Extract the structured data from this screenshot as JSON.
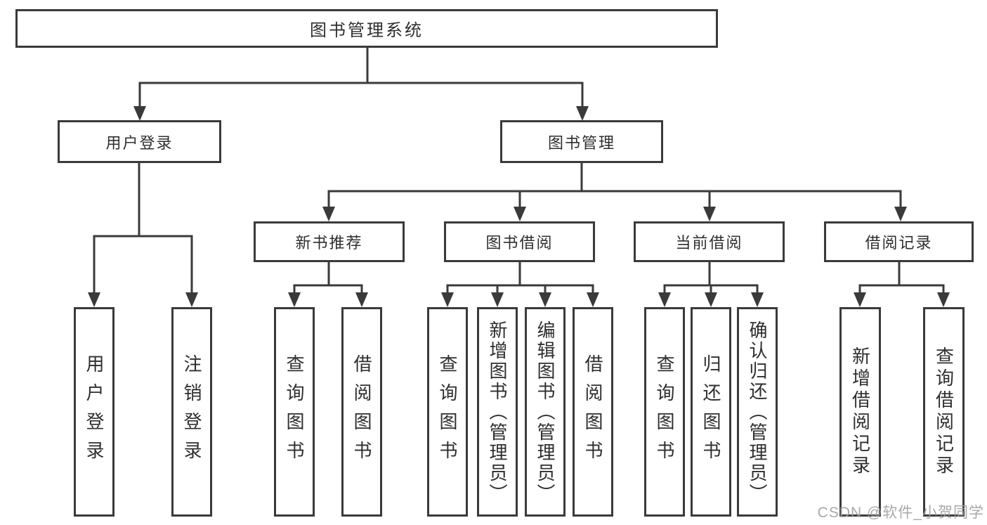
{
  "tree": {
    "label": "图书管理系统",
    "children": [
      {
        "label": "用户登录",
        "children": [
          {
            "label": "用户登录"
          },
          {
            "label": "注销登录"
          }
        ]
      },
      {
        "label": "图书管理",
        "children": [
          {
            "label": "新书推荐",
            "children": [
              {
                "label": "查询图书"
              },
              {
                "label": "借阅图书"
              }
            ]
          },
          {
            "label": "图书借阅",
            "children": [
              {
                "label": "查询图书"
              },
              {
                "label": "新增图书（管理员）"
              },
              {
                "label": "编辑图书（管理员）"
              },
              {
                "label": "借阅图书"
              }
            ]
          },
          {
            "label": "当前借阅",
            "children": [
              {
                "label": "查询图书"
              },
              {
                "label": "归还图书"
              },
              {
                "label": "确认归还（管理员）"
              }
            ]
          },
          {
            "label": "借阅记录",
            "children": [
              {
                "label": "新增借阅记录"
              },
              {
                "label": "查询借阅记录"
              }
            ]
          }
        ]
      }
    ]
  },
  "watermark": {
    "text": "CSDN @软件_小贺同学"
  },
  "colors": {
    "line": "#3a3a3a",
    "box_border": "#3a3a3a",
    "box_fill": "#ffffff",
    "text": "#2e2e2e",
    "watermark": "#9f9f9f"
  }
}
